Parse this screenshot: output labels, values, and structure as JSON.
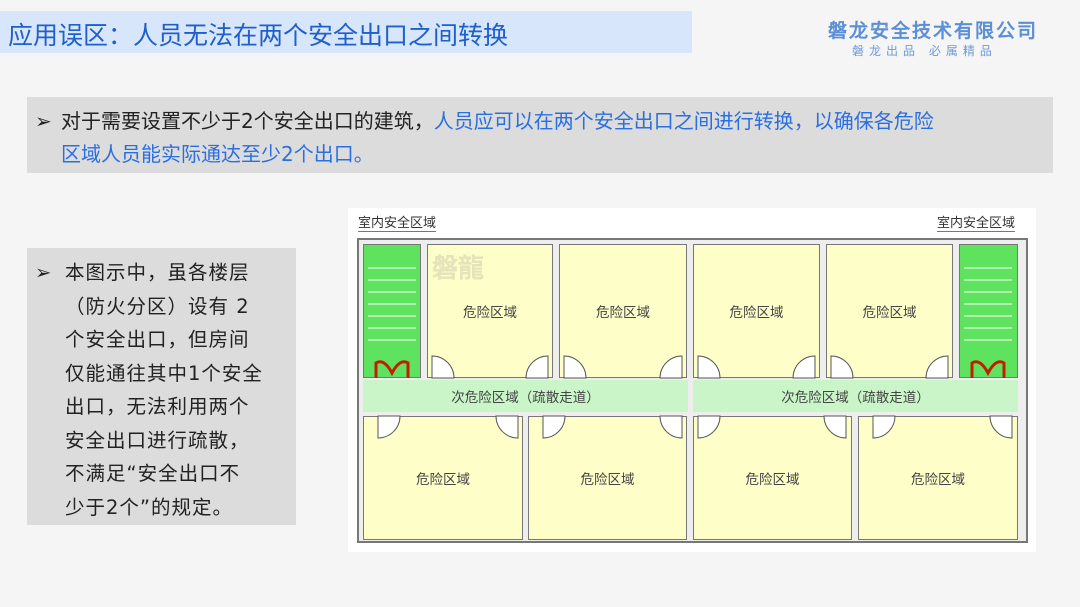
{
  "header": {
    "title": "应用误区：人员无法在两个安全出口之间转换",
    "company": "磐龙安全技术有限公司",
    "slogan": "磐龙出品 必属精品"
  },
  "intro": {
    "bullet": "➢",
    "text_plain": "对于需要设置不少于2个安全出口的建筑，",
    "text_highlight_1": "人员应可以在两个安全出口之间进行转换，以确保各危险",
    "text_highlight_2": "区域人员能实际通达至少2个出口。"
  },
  "note": {
    "bullet": "➢",
    "lines": [
      "本图示中，虽各楼层",
      "（防火分区）设有 2",
      "个安全出口，但房间",
      "仅能通往其中1个安全",
      "出口，无法利用两个",
      "安全出口进行疏散，",
      "不满足“安全出口不",
      "少于2个”的规定。"
    ]
  },
  "plan": {
    "safe_label_left": "室内安全区域",
    "safe_label_right": "室内安全区域",
    "watermark": "磐龍",
    "room": "危险区域",
    "corridor": "次危险区域（疏散走道）"
  },
  "colors": {
    "accent": "#2a6fe0",
    "stair": "#5fe35f",
    "room": "#fefec8",
    "corridor": "#c9f5c9"
  }
}
